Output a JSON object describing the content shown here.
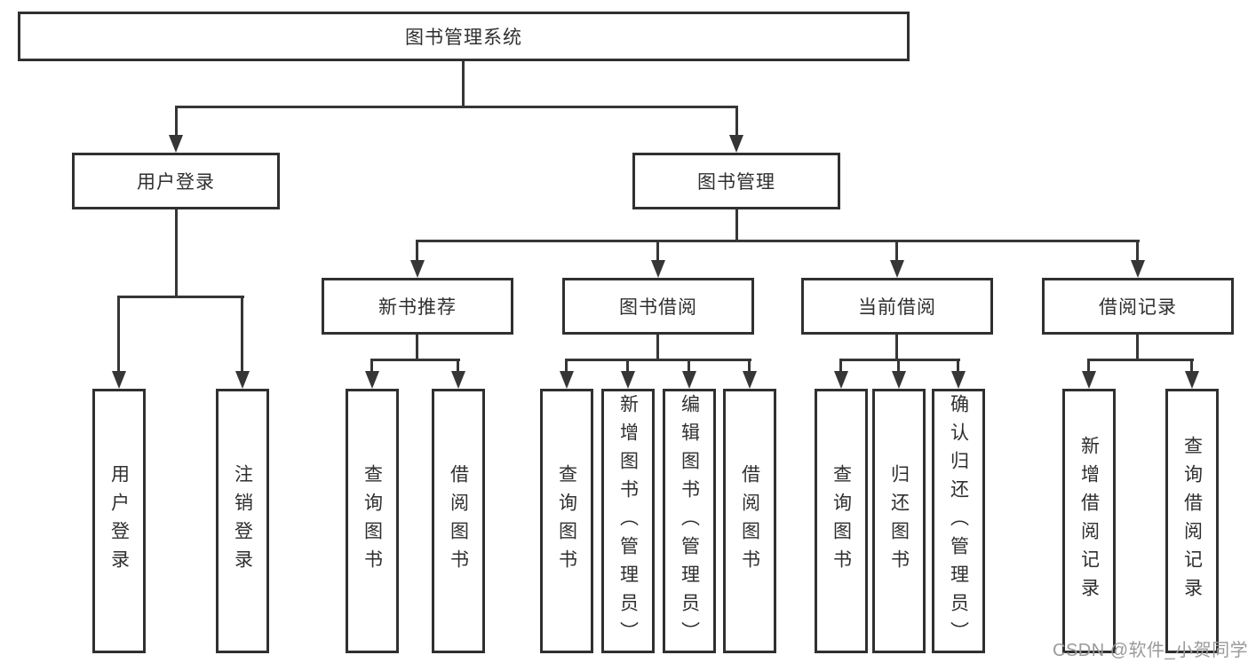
{
  "diagram": {
    "title": "图书管理系统",
    "root": {
      "label": "图书管理系统"
    },
    "level2": [
      {
        "id": "user-login",
        "label": "用户登录"
      },
      {
        "id": "book-management",
        "label": "图书管理"
      }
    ],
    "level3": [
      {
        "id": "new-book-recommendation",
        "label": "新书推荐",
        "parent": "图书管理"
      },
      {
        "id": "book-borrowing",
        "label": "图书借阅",
        "parent": "图书管理"
      },
      {
        "id": "current-borrowing",
        "label": "当前借阅",
        "parent": "图书管理"
      },
      {
        "id": "borrowing-records",
        "label": "借阅记录",
        "parent": "图书管理"
      }
    ],
    "leaves": [
      {
        "id": "user-login-action",
        "label": "用户登录",
        "parent": "用户登录"
      },
      {
        "id": "logout",
        "label": "注销登录",
        "parent": "用户登录"
      },
      {
        "id": "query-books-1",
        "label": "查询图书",
        "parent": "新书推荐"
      },
      {
        "id": "borrow-books-1",
        "label": "借阅图书",
        "parent": "新书推荐"
      },
      {
        "id": "query-books-2",
        "label": "查询图书",
        "parent": "图书借阅"
      },
      {
        "id": "add-books-admin",
        "label": "新增图书（管理员）",
        "parent": "图书借阅"
      },
      {
        "id": "edit-books-admin",
        "label": "编辑图书（管理员）",
        "parent": "图书借阅"
      },
      {
        "id": "borrow-books-2",
        "label": "借阅图书",
        "parent": "图书借阅"
      },
      {
        "id": "query-books-3",
        "label": "查询图书",
        "parent": "当前借阅"
      },
      {
        "id": "return-books",
        "label": "归还图书",
        "parent": "当前借阅"
      },
      {
        "id": "confirm-return-admin",
        "label": "确认归还（管理员）",
        "parent": "当前借阅"
      },
      {
        "id": "add-borrow-record",
        "label": "新增借阅记录",
        "parent": "借阅记录"
      },
      {
        "id": "query-borrow-record",
        "label": "查询借阅记录",
        "parent": "借阅记录"
      }
    ],
    "watermark": "CSDN @软件_小贺同学",
    "colors": {
      "background": "#ffffff",
      "line": "#363636",
      "box_border": "#303030",
      "text": "#2f2f2f",
      "watermark": "#9a9a9a"
    }
  }
}
